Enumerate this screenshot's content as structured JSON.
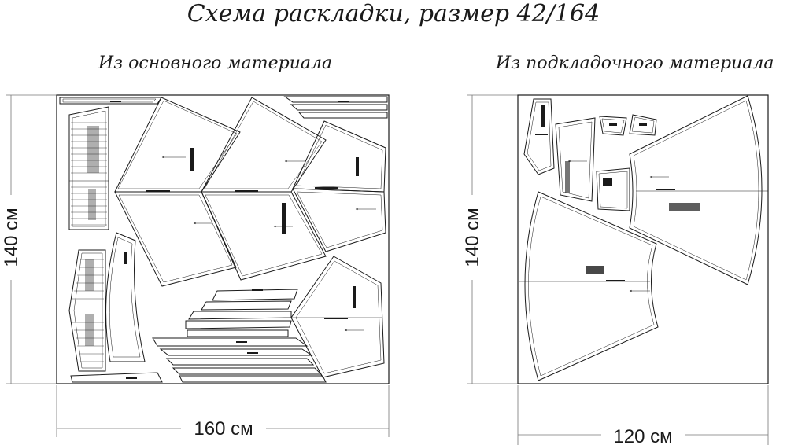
{
  "title": "Схема раскладки, размер 42/164",
  "main_section": {
    "label": "Из основного материала",
    "width_label": "160 см",
    "height_label": "140 см"
  },
  "lining_section": {
    "label": "Из подкладочного материала",
    "width_label": "120 см",
    "height_label": "140 см"
  },
  "colors": {
    "line": "#1a1a1a",
    "dim": "#777777"
  }
}
